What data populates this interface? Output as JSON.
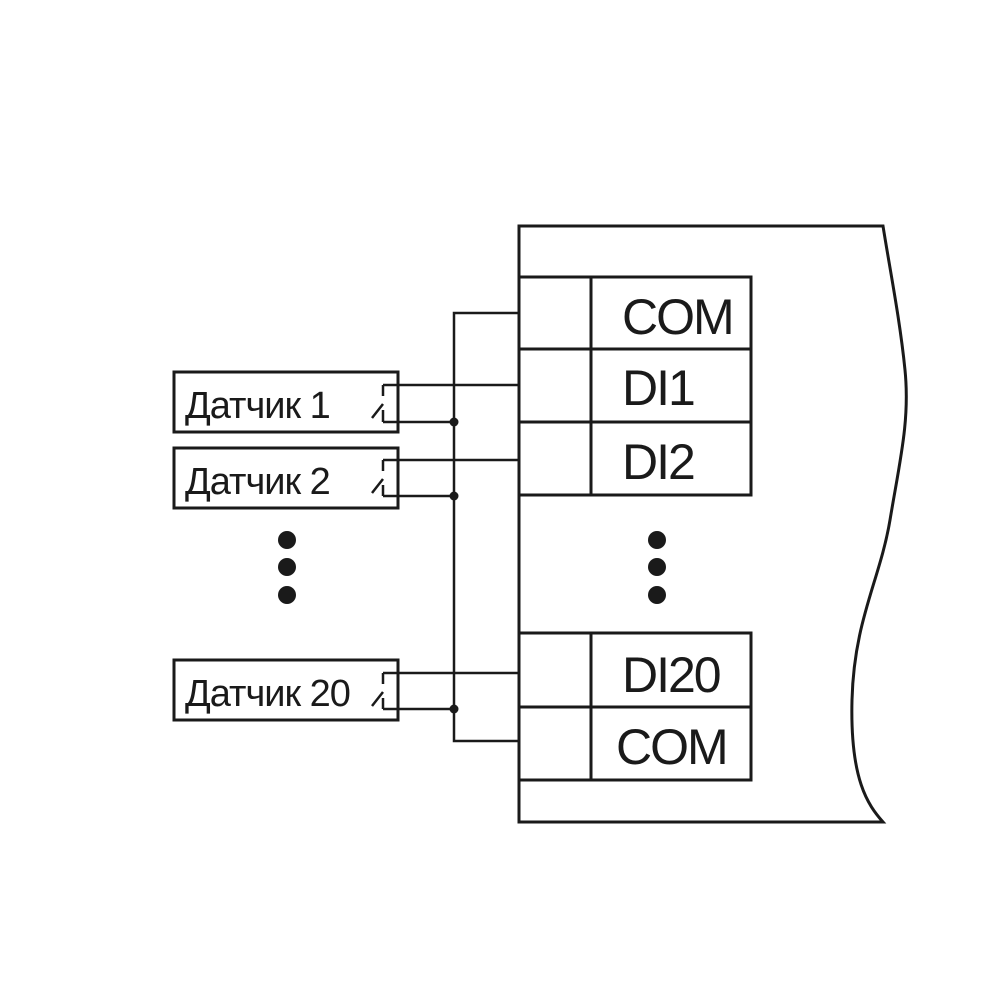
{
  "sensors": {
    "items": [
      {
        "label": "Датчик  1"
      },
      {
        "label": "Датчик  2"
      },
      {
        "label": "Датчик 20"
      }
    ]
  },
  "terminals": {
    "items": [
      {
        "label": "COM"
      },
      {
        "label": "DI1"
      },
      {
        "label": "DI2"
      },
      {
        "label": "DI20"
      },
      {
        "label": "COM"
      }
    ]
  },
  "icons": {
    "switch": "normally-open-contact-icon",
    "ellipsis": "vertical-ellipsis-icon",
    "junction": "junction-dot-icon"
  },
  "colors": {
    "line": "#1a1a1a",
    "background": "#ffffff"
  }
}
